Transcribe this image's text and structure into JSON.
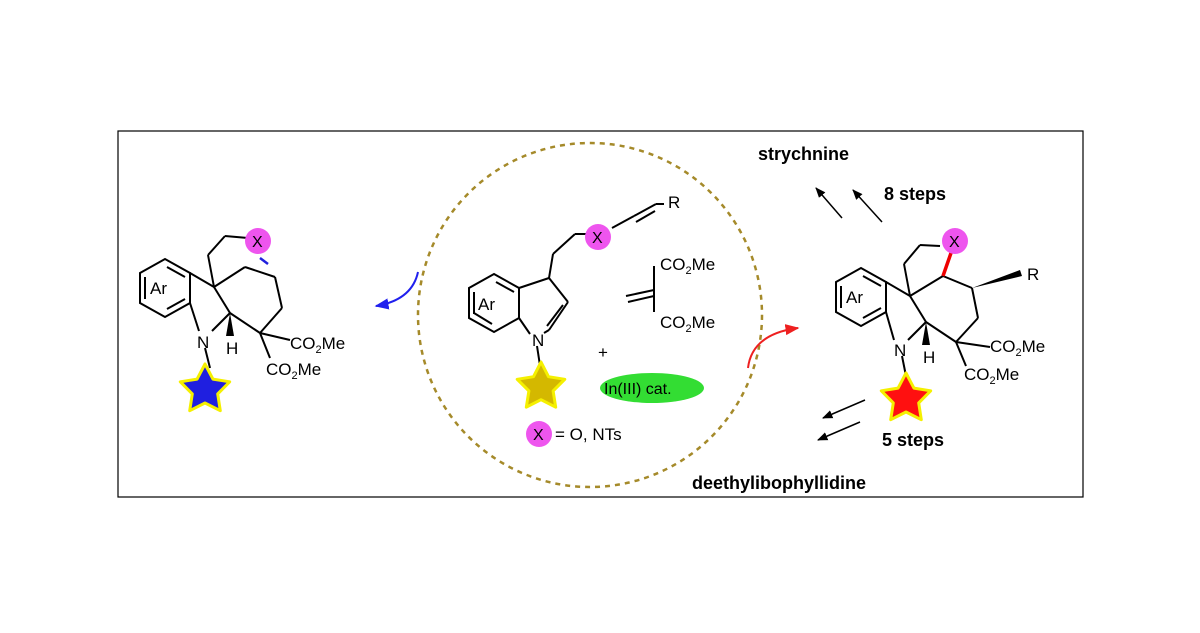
{
  "labels": {
    "ar": "Ar",
    "x": "X",
    "n": "N",
    "h": "H",
    "r": "R",
    "co2me_a": "CO",
    "co2me_b": "Me",
    "sub2": "2",
    "plus": "+",
    "catalyst": "In(III) cat.",
    "x_def": "= O, NTs",
    "strychnine": "strychnine",
    "eight_steps": "8 steps",
    "five_steps": "5 steps",
    "deethyl": "deethylibophyllidine"
  },
  "colors": {
    "frame": "#000000",
    "x_circle": "#ee55ee",
    "dashed_circle": "#a58a2a",
    "left_star": "#1f1fe0",
    "center_star": "#d4b800",
    "right_star": "#ff1010",
    "star_outline": "#f5f000",
    "catalyst_fill": "#33dd33",
    "left_arrow": "#2020ee",
    "right_arrow": "#ee2020",
    "new_bond": "#ee0000",
    "dash_bond": "#2020dd"
  }
}
